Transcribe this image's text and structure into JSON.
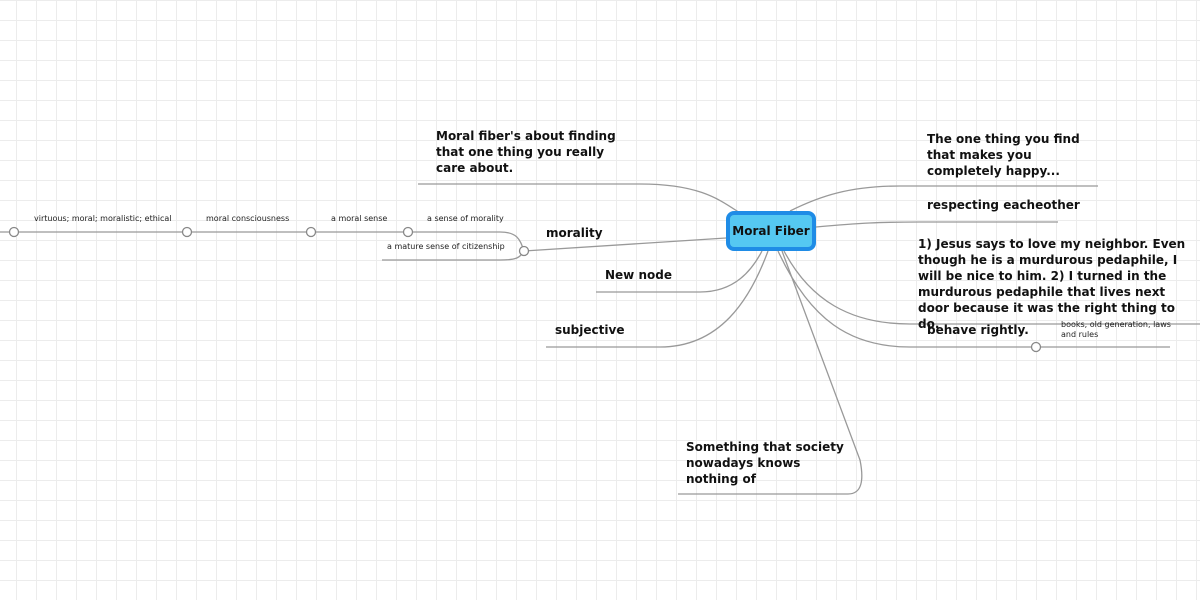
{
  "root": {
    "label": "Moral Fiber"
  },
  "topics": {
    "finding": "Moral fiber's about finding that one thing you really care about.",
    "morality": "morality",
    "new_node": "New node",
    "subjective": "subjective",
    "society": "Something that society nowadays knows nothing of",
    "one_thing": "The one thing you find that makes you completely happy...",
    "respecting": "respecting eacheother",
    "jesus": "1) Jesus says to love my neighbor. Even though he is a murdurous pedaphile, I will be nice to him.  2) I turned in the murdurous pedaphile that lives next door because it was the right thing to do.",
    "behave": "behave rightly."
  },
  "subtopics": {
    "virtuous": "virtuous; moral; moralistic; ethical",
    "consciousness": "moral consciousness",
    "moral_sense": "a moral sense",
    "sense_of_morality": "a sense of morality",
    "citizenship": "a mature sense of citizenship",
    "books": "books, old generation, laws and rules"
  }
}
